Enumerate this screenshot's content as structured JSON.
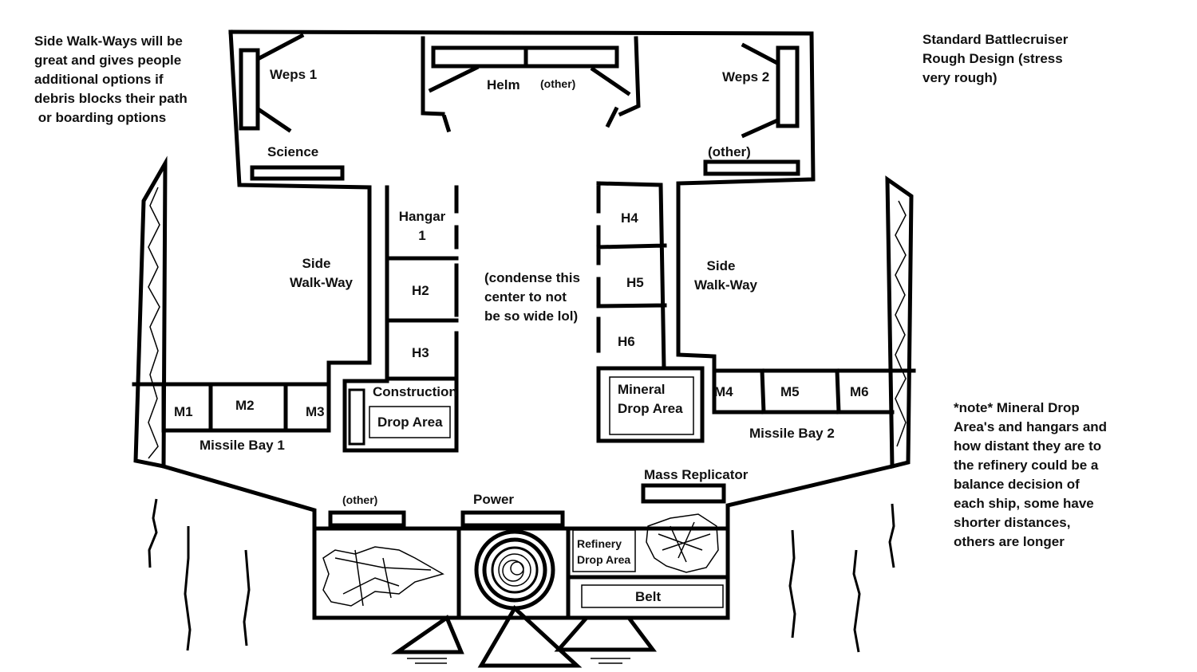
{
  "notes": {
    "left": [
      "Side Walk-Ways will be",
      "great and gives people",
      "additional options if",
      "debris blocks their path",
      " or boarding options"
    ],
    "top_right": [
      "Standard Battlecruiser",
      "Rough Design (stress",
      "very rough)"
    ],
    "right": [
      "*note* Mineral Drop",
      "Area's and hangars and",
      "how distant they are to",
      "the refinery could be a",
      "balance decision of",
      "each ship, some have",
      "shorter distances,",
      "others are longer"
    ]
  },
  "rooms": {
    "weps1": "Weps 1",
    "helm": "Helm",
    "helm_other": "(other)",
    "weps2": "Weps 2",
    "science": "Science",
    "other_right": "(other)",
    "hangar1_line1": "Hangar",
    "hangar1_line2": "1",
    "h2": "H2",
    "h3": "H3",
    "h4": "H4",
    "h5": "H5",
    "h6": "H6",
    "side_walkway_left": [
      "Side",
      "Walk-Way"
    ],
    "side_walkway_right": [
      "Side",
      "Walk-Way"
    ],
    "center_note": [
      "(condense this",
      "center to not",
      "be so wide lol)"
    ],
    "m1": "M1",
    "m2": "M2",
    "m3": "M3",
    "m4": "M4",
    "m5": "M5",
    "m6": "M6",
    "missile_bay_1": "Missile Bay 1",
    "missile_bay_2": "Missile Bay 2",
    "construction": "Construction",
    "drop_area": "Drop Area",
    "mineral_drop": [
      "Mineral",
      "Drop Area"
    ],
    "engine_other": "(other)",
    "power": "Power",
    "mass_replicator": "Mass Replicator",
    "refinery_drop": [
      "Refinery",
      "Drop Area"
    ],
    "belt": "Belt"
  }
}
